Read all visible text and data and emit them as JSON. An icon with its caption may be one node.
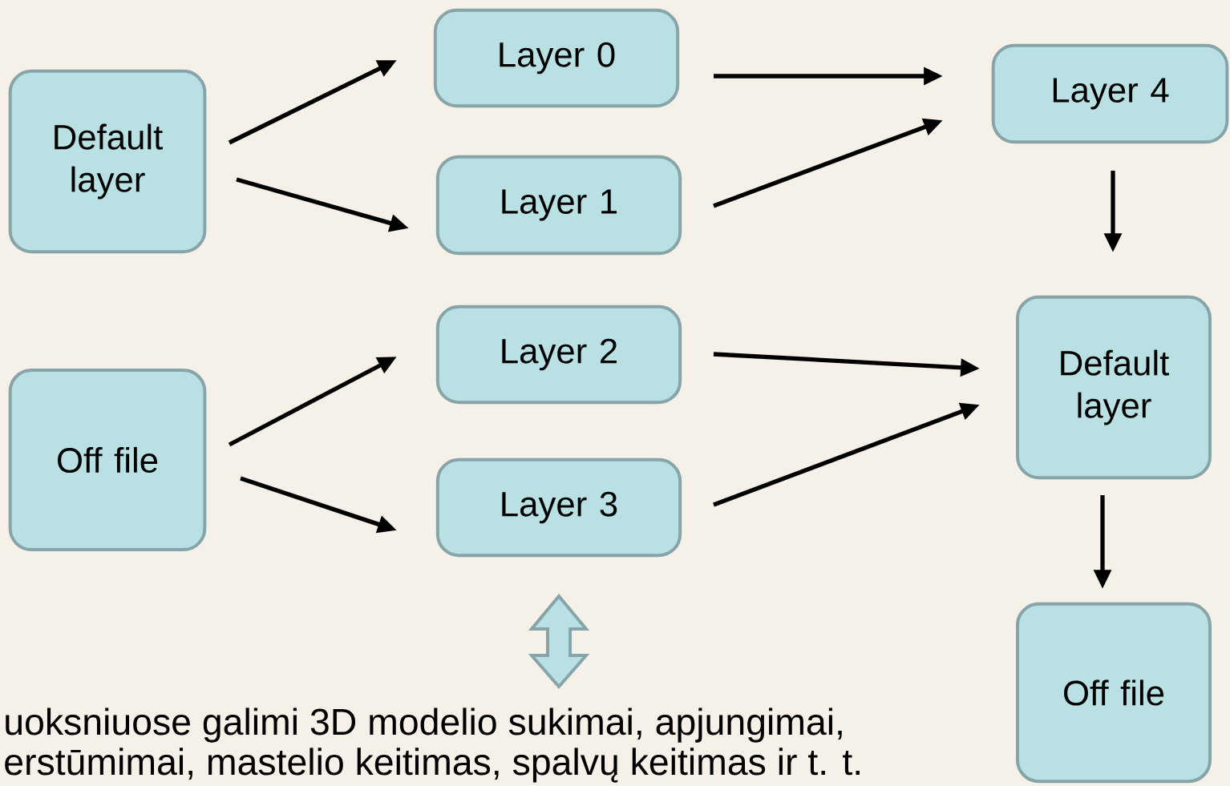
{
  "diagram": {
    "nodes": [
      {
        "text": [
          "Default layer"
        ]
      },
      {
        "text": [
          "Layer 0"
        ]
      },
      {
        "text": [
          "Layer 1"
        ]
      },
      {
        "text": [
          "Layer 4"
        ]
      },
      {
        "text": [
          "Off file"
        ]
      },
      {
        "text": [
          "Layer 2"
        ]
      },
      {
        "text": [
          "Layer 3"
        ]
      },
      {
        "text": [
          "Default layer"
        ]
      },
      {
        "text": [
          "Off file"
        ]
      }
    ],
    "edges": [
      {
        "from": 0,
        "to": 1,
        "arrow": "to"
      },
      {
        "from": 0,
        "to": 2,
        "arrow": "to"
      },
      {
        "from": 1,
        "to": 3,
        "arrow": "to"
      },
      {
        "from": 2,
        "to": 3,
        "arrow": "to"
      },
      {
        "from": 3,
        "to": 7,
        "arrow": "to"
      },
      {
        "from": 4,
        "to": 5,
        "arrow": "to"
      },
      {
        "from": 4,
        "to": 6,
        "arrow": "to"
      },
      {
        "from": 5,
        "to": 7,
        "arrow": "to"
      },
      {
        "from": 6,
        "to": 7,
        "arrow": "to"
      },
      {
        "from": 7,
        "to": 8,
        "arrow": "to"
      }
    ],
    "labels": [
      "uoksniuose galimi 3D modelio sukimai, apjungimai,",
      "erstūmimai, mastelio keitimas, spalvų keitimas ir t. t."
    ]
  }
}
